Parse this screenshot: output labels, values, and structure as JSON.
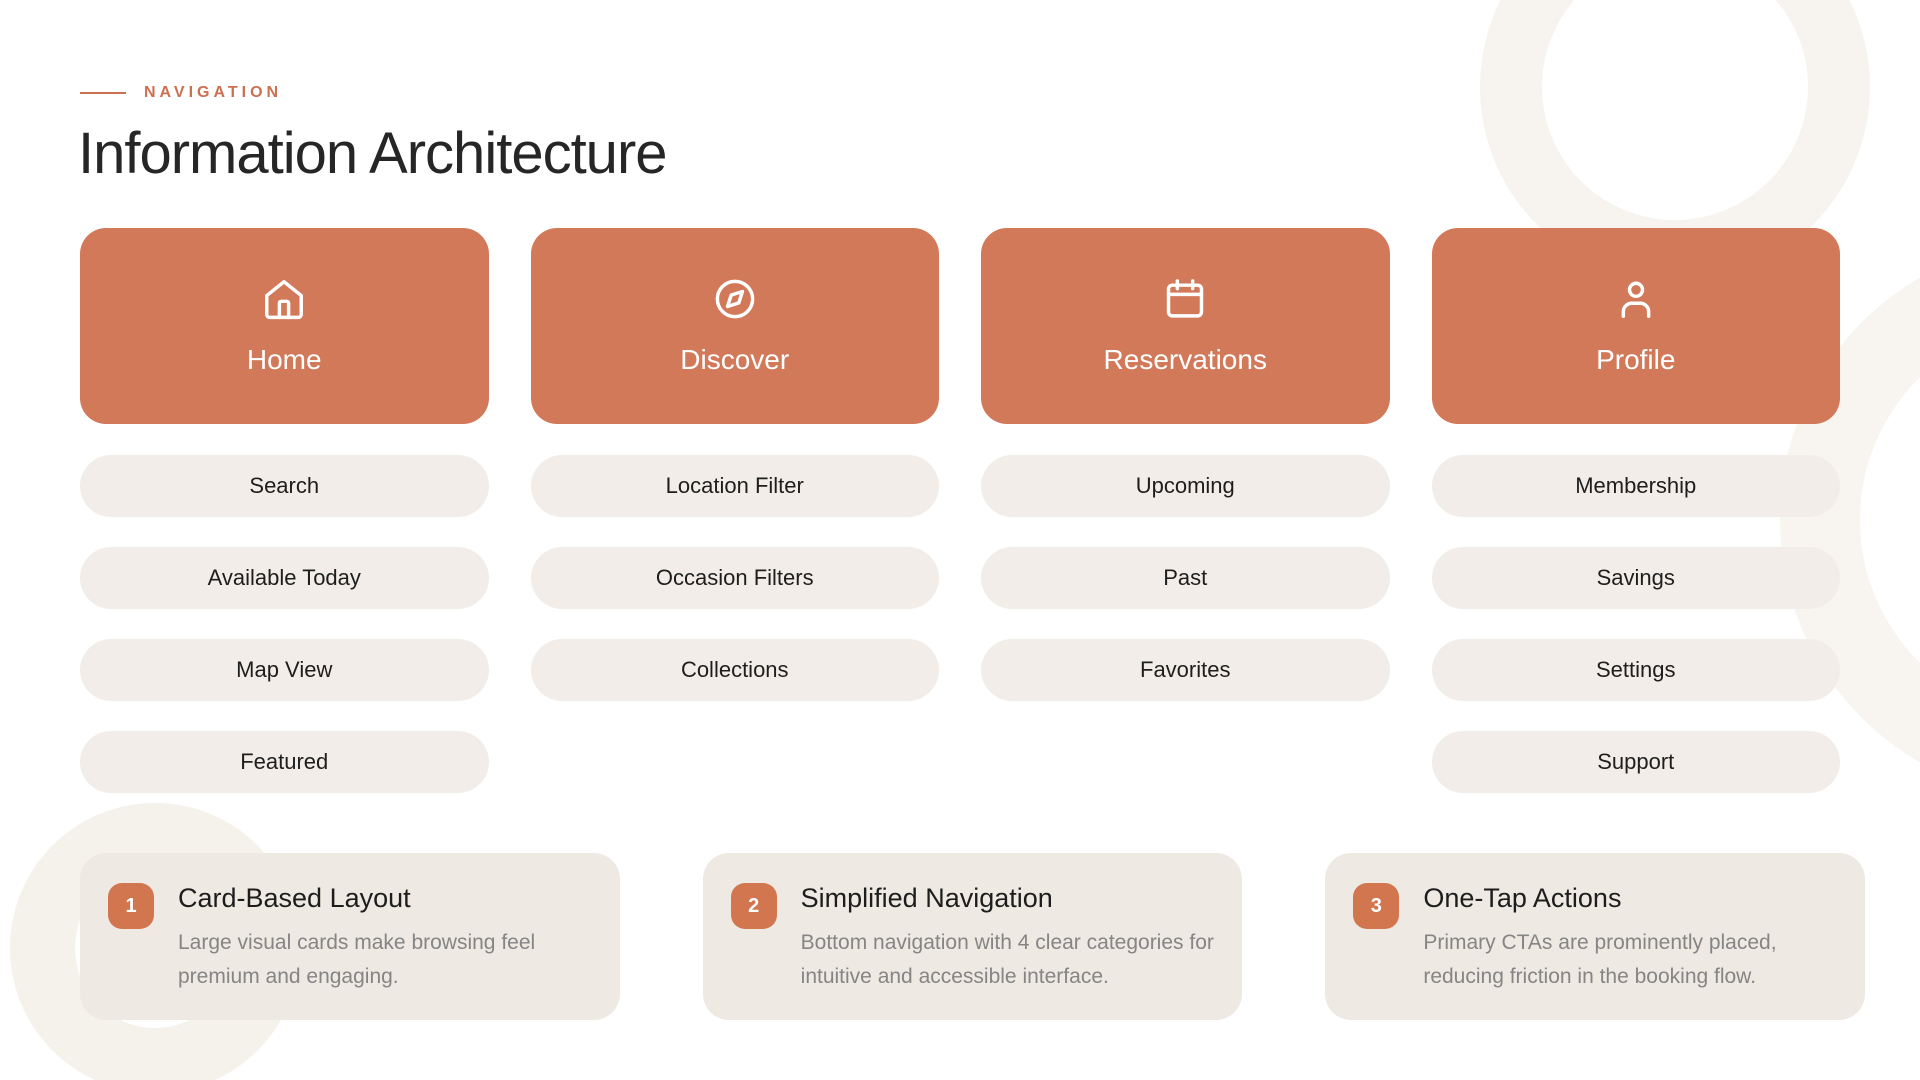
{
  "header": {
    "eyebrow": "NAVIGATION",
    "title": "Information Architecture"
  },
  "columns": [
    {
      "label": "Home",
      "icon": "home-icon",
      "items": [
        "Search",
        "Available Today",
        "Map View",
        "Featured"
      ]
    },
    {
      "label": "Discover",
      "icon": "compass-icon",
      "items": [
        "Location Filter",
        "Occasion Filters",
        "Collections"
      ]
    },
    {
      "label": "Reservations",
      "icon": "calendar-icon",
      "items": [
        "Upcoming",
        "Past",
        "Favorites"
      ]
    },
    {
      "label": "Profile",
      "icon": "user-icon",
      "items": [
        "Membership",
        "Savings",
        "Settings",
        "Support"
      ]
    }
  ],
  "callouts": [
    {
      "number": "1",
      "title": "Card-Based Layout",
      "description": "Large visual cards make browsing feel premium and engaging."
    },
    {
      "number": "2",
      "title": "Simplified Navigation",
      "description": "Bottom navigation with 4 clear categories for intuitive and accessible interface."
    },
    {
      "number": "3",
      "title": "One-Tap Actions",
      "description": "Primary CTAs are prominently placed, reducing friction in the booking flow."
    }
  ],
  "colors": {
    "accent": "#D2795A",
    "accent_badge": "#D2764F",
    "eyebrow_text": "#CB7051",
    "pill_bg": "#F2EDE8",
    "callout_bg": "#EFE9E3",
    "title_text": "#262626",
    "body_gray": "#858585",
    "ring_beige": "#F5F1EB",
    "page_bg": "#FFFFFF"
  }
}
